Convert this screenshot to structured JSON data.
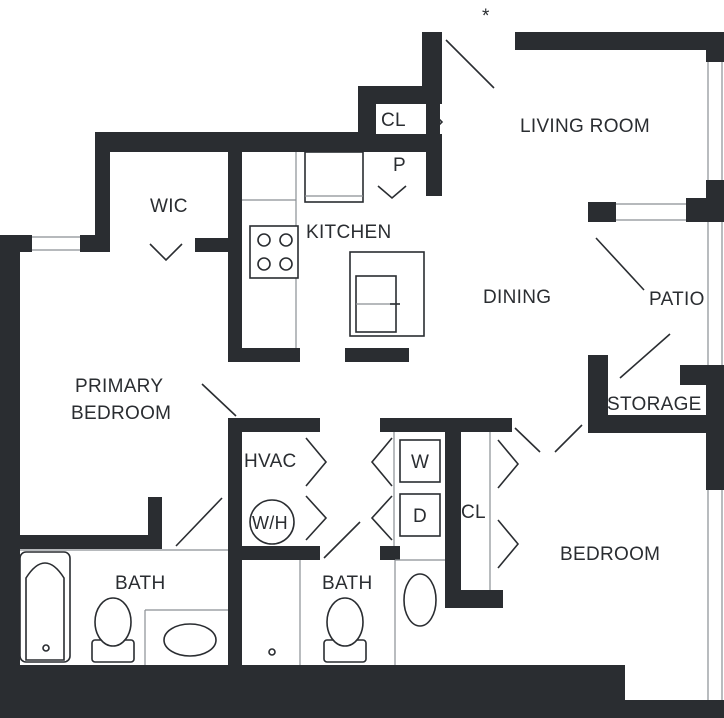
{
  "plan": {
    "marker": "*",
    "rooms": {
      "living_room": "LIVING ROOM",
      "dining": "DINING",
      "kitchen": "KITCHEN",
      "patio": "PATIO",
      "storage": "STORAGE",
      "primary_bedroom_line1": "PRIMARY",
      "primary_bedroom_line2": "BEDROOM",
      "wic": "WIC",
      "closet_entry": "CL",
      "pantry": "P",
      "hvac": "HVAC",
      "water_heater": "W/H",
      "washer": "W",
      "dryer": "D",
      "closet_bedroom": "CL",
      "bath_primary": "BATH",
      "bath_hall": "BATH",
      "bedroom": "BEDROOM"
    },
    "colors": {
      "wall": "#2a2d31",
      "background": "#ffffff"
    }
  }
}
